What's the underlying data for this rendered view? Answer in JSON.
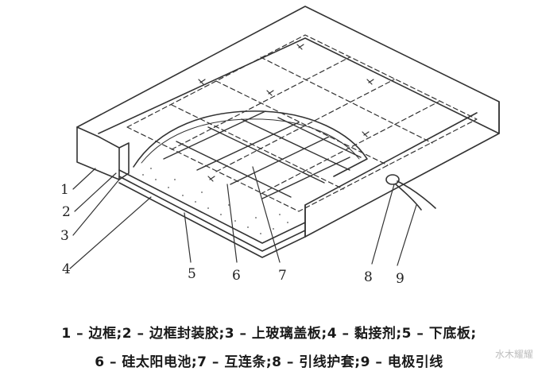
{
  "figure": {
    "callouts": [
      "1",
      "2",
      "3",
      "4",
      "5",
      "6",
      "7",
      "8",
      "9"
    ]
  },
  "caption": {
    "line1": "1 – 边框;2 – 边框封装胶;3 – 上玻璃盖板;4 – 黏接剂;5 – 下底板;",
    "line2": "6 – 硅太阳电池;7 – 互连条;8 – 引线护套;9 – 电极引线"
  },
  "watermark": "水木耀耀"
}
